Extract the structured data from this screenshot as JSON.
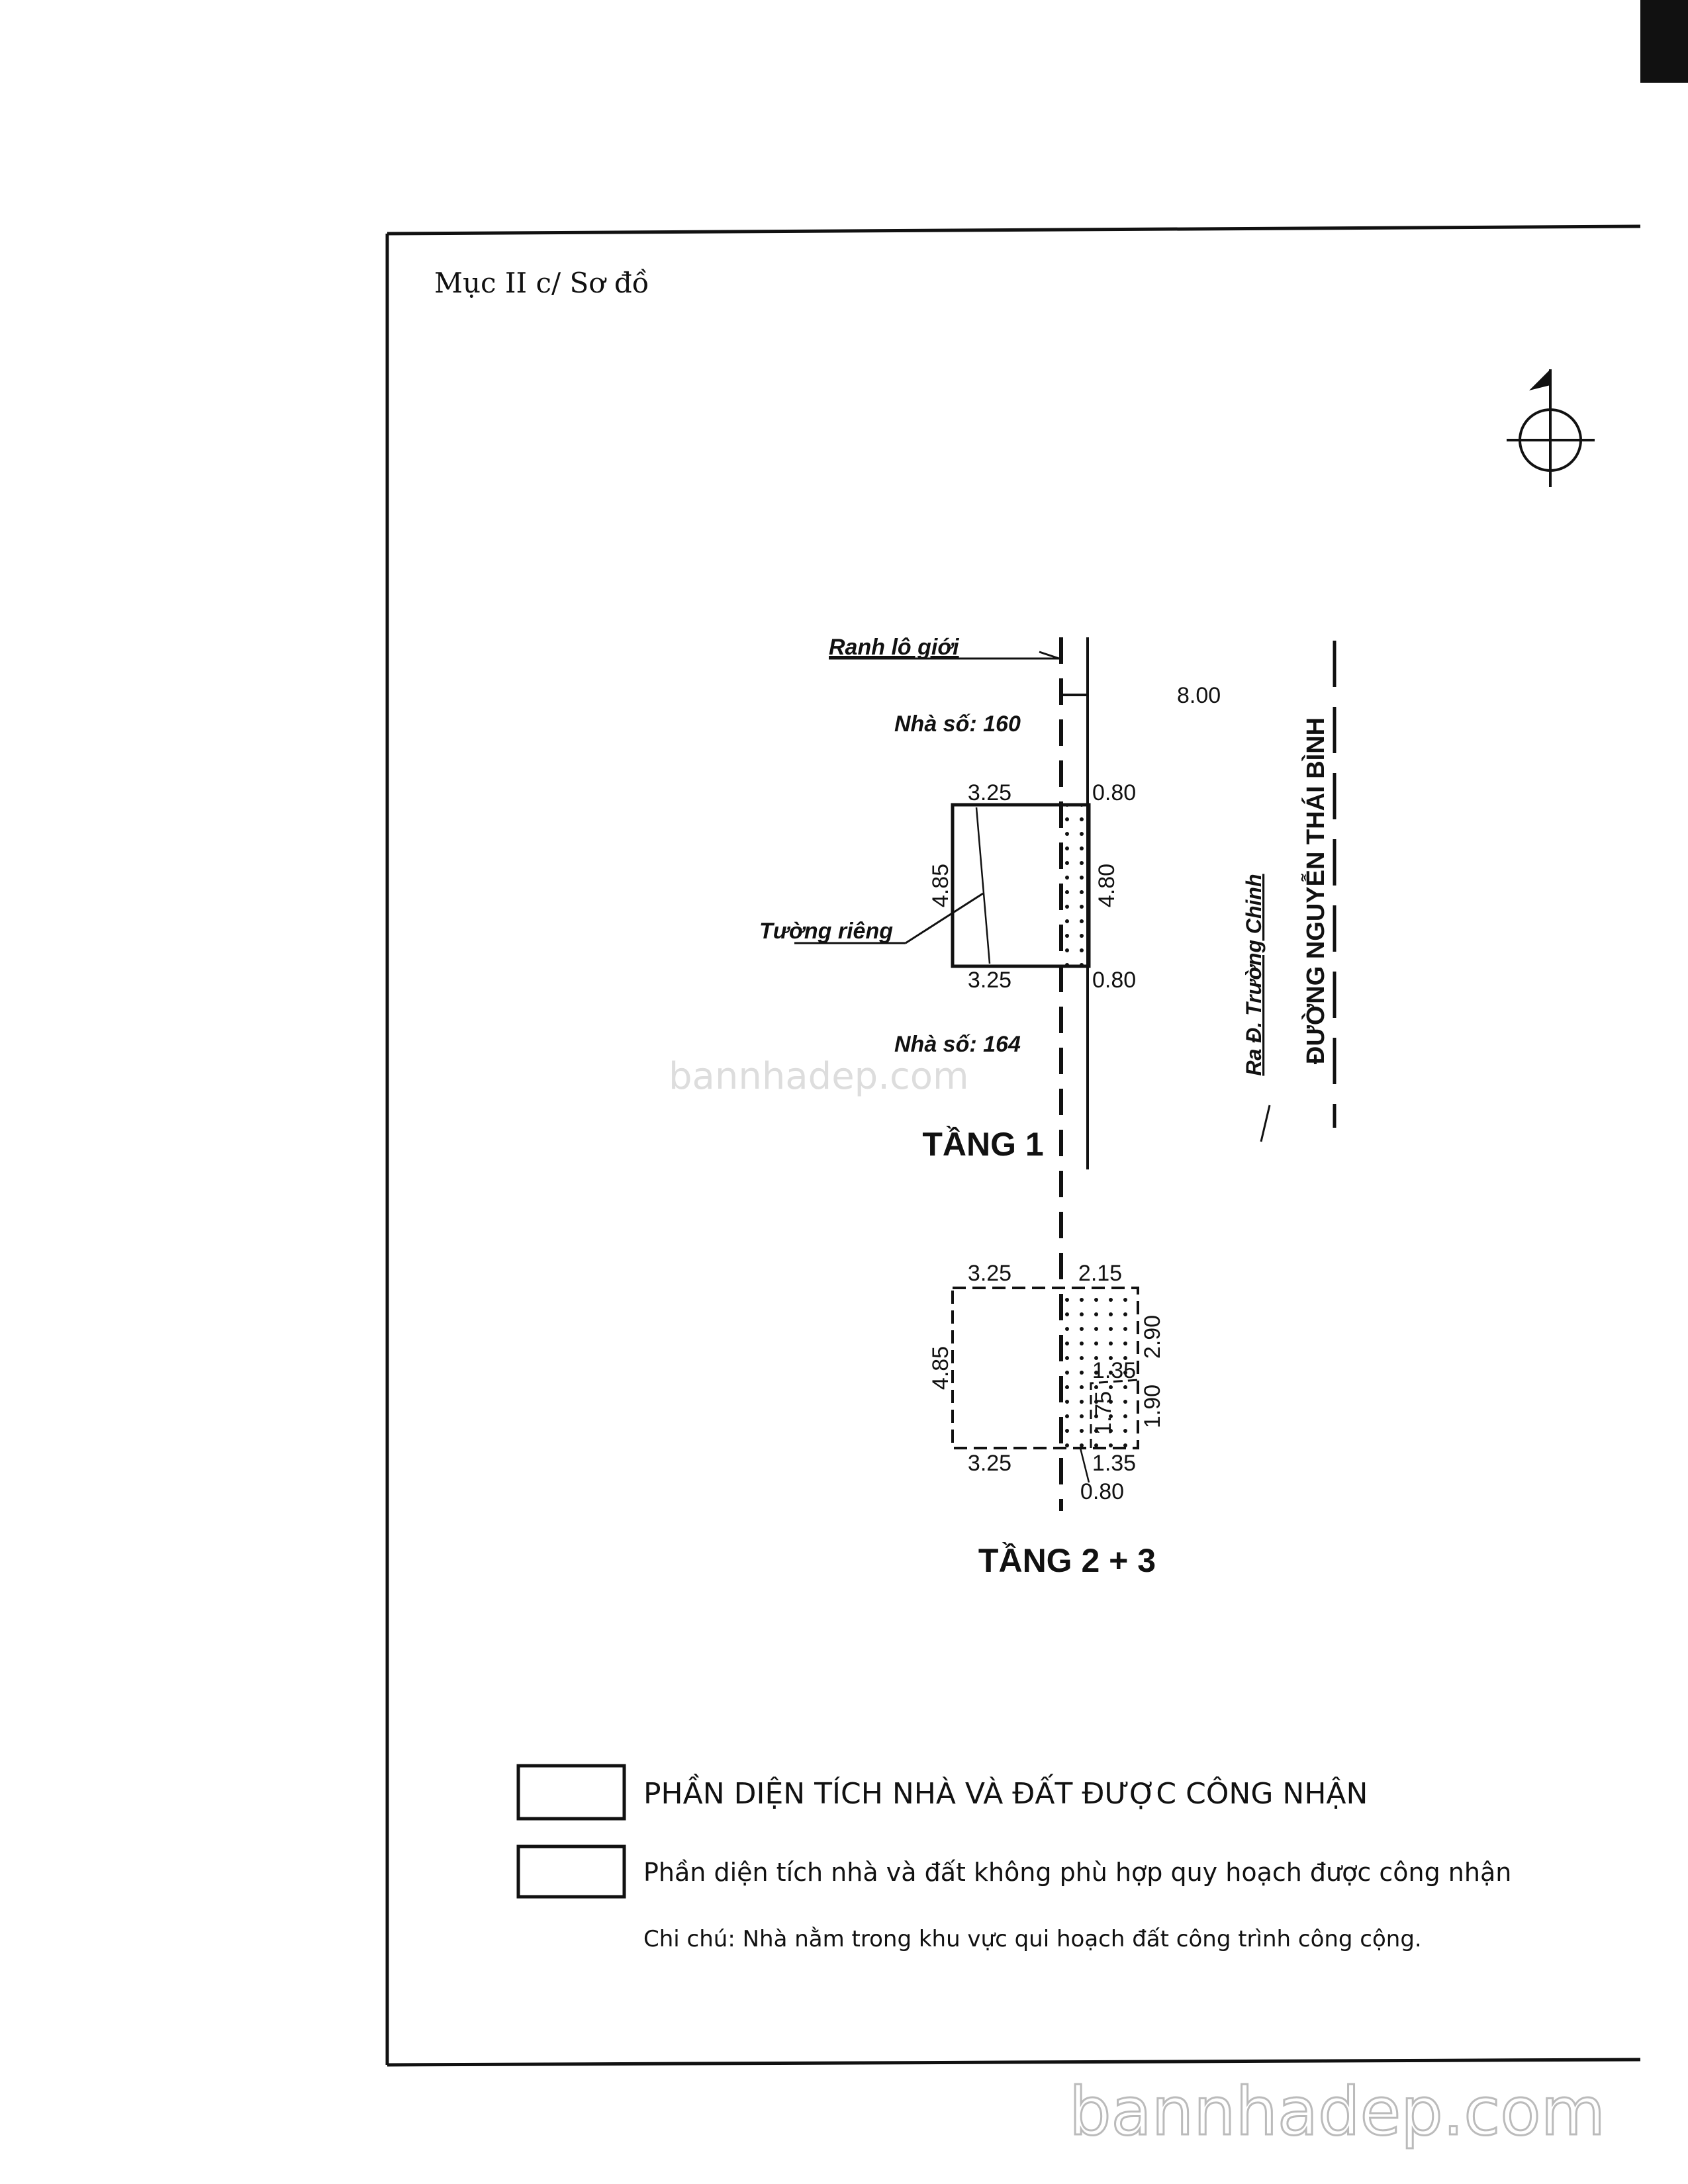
{
  "header": {
    "section_label": "Mục II c/ Sơ đồ"
  },
  "plan": {
    "boundary_label": "Ranh lô giới",
    "road_width": "8.00",
    "road_name": "ĐƯỜNG NGUYỄN THÁI BÌNH",
    "side_road": "Ra Đ. Trường Chinh",
    "neighbor_north": "Nhà số: 160",
    "neighbor_south": "Nhà số: 164",
    "floor1": {
      "title": "TẦNG 1",
      "width_main_top": "3.25",
      "width_ext_top": "0.80",
      "width_main_bottom": "3.25",
      "width_ext_bottom": "0.80",
      "depth_left": "4.85",
      "depth_right": "4.80",
      "wall_label": "Tường riêng"
    },
    "floor23": {
      "title": "TẦNG 2 + 3",
      "width_main_top": "3.25",
      "width_ext_top": "2.15",
      "width_main_bottom": "3.25",
      "width_ext_bottom": "1.35",
      "ext_offset": "0.80",
      "depth_left": "4.85",
      "depth_upper_right": "2.90",
      "depth_lower_right": "1.90",
      "inner_width": "1.35",
      "inner_depth": "1.75"
    }
  },
  "legend": {
    "recognized": "PHẦN DIỆN TÍCH NHÀ VÀ ĐẤT ĐƯỢC CÔNG NHẬN",
    "non_compliant": "Phần diện tích nhà và đất không phù hợp quy hoạch được công nhận",
    "note": "Chi chú: Nhà nằm trong khu vực qui hoạch đất công trình công cộng."
  },
  "watermark": "bannhadep.com"
}
